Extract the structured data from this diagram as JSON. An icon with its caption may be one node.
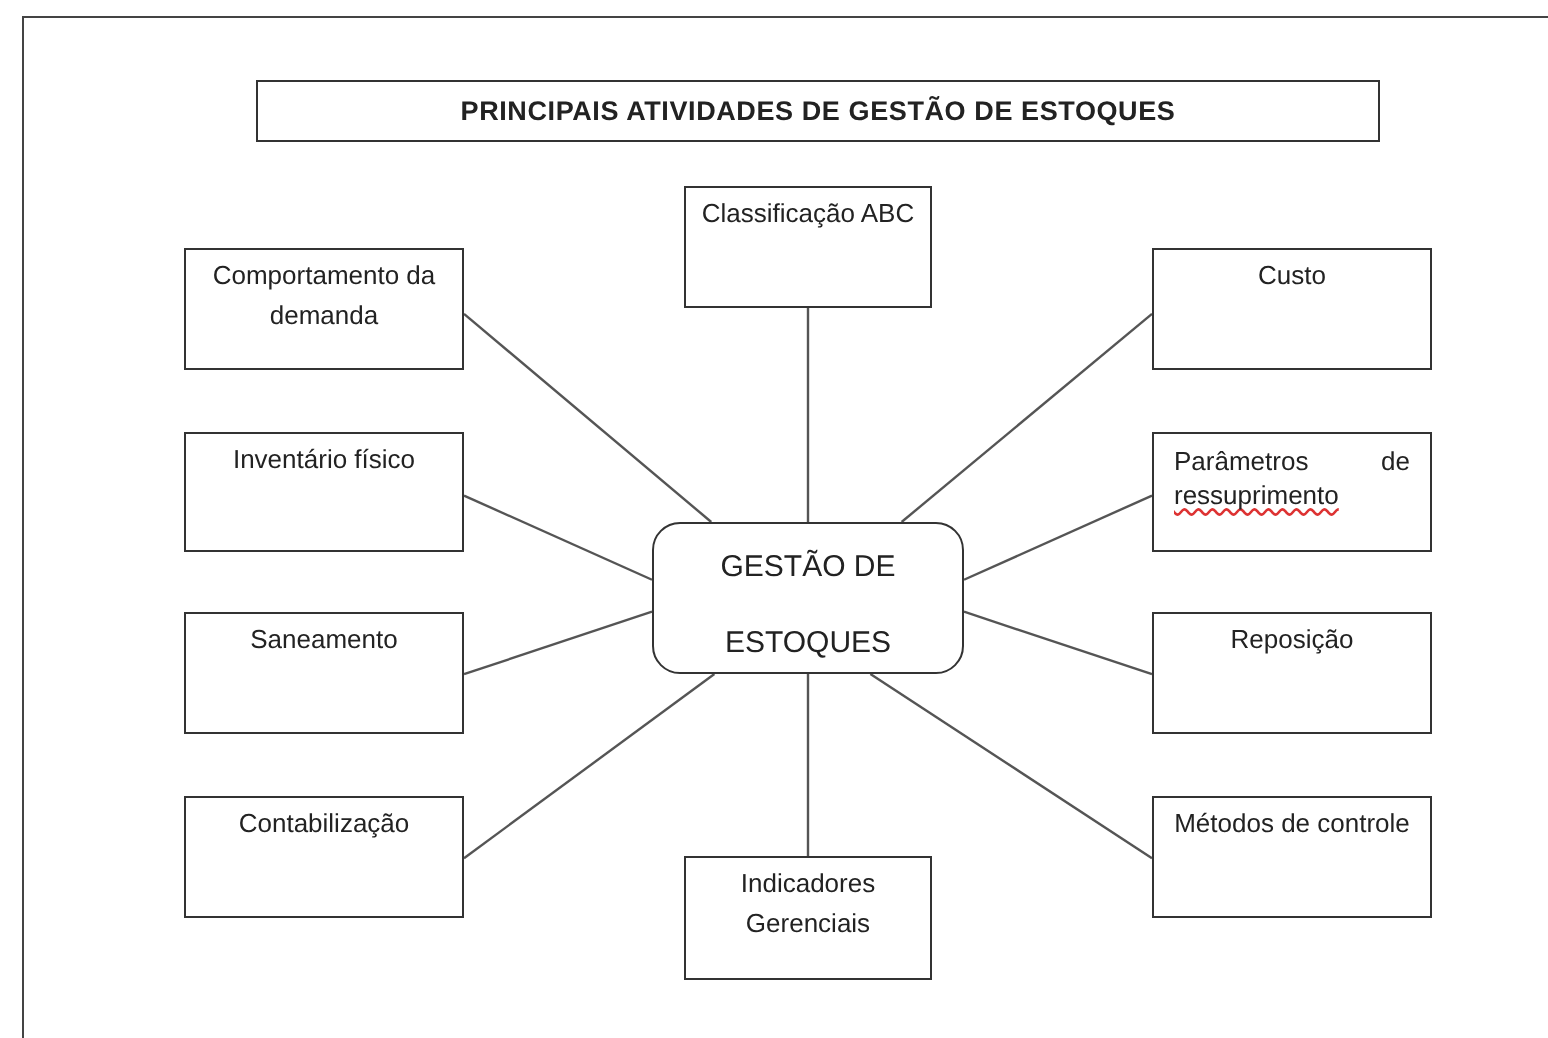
{
  "diagram": {
    "title": "PRINCIPAIS ATIVIDADES DE GESTÃO DE ESTOQUES",
    "nodes": [
      {
        "text": [
          "Classificação ABC"
        ]
      },
      {
        "text": [
          "Comportamento da demanda"
        ]
      },
      {
        "text": [
          "Custo"
        ]
      },
      {
        "text": [
          "Inventário físico"
        ]
      },
      {
        "text": [
          "Parâmetros de ressuprimento"
        ]
      },
      {
        "text": [
          "GESTÃO DE ESTOQUES"
        ]
      },
      {
        "text": [
          "Saneamento"
        ]
      },
      {
        "text": [
          "Reposição"
        ]
      },
      {
        "text": [
          "Contabilização"
        ]
      },
      {
        "text": [
          "Métodos de controle"
        ]
      },
      {
        "text": [
          "Indicadores Gerenciais"
        ]
      }
    ],
    "edges": [
      {
        "from": 5,
        "to": 0,
        "arrow": "none"
      },
      {
        "from": 5,
        "to": 1,
        "arrow": "none"
      },
      {
        "from": 5,
        "to": 2,
        "arrow": "none"
      },
      {
        "from": 5,
        "to": 3,
        "arrow": "none"
      },
      {
        "from": 5,
        "to": 4,
        "arrow": "none"
      },
      {
        "from": 5,
        "to": 6,
        "arrow": "none"
      },
      {
        "from": 5,
        "to": 7,
        "arrow": "none"
      },
      {
        "from": 5,
        "to": 8,
        "arrow": "none"
      },
      {
        "from": 5,
        "to": 9,
        "arrow": "none"
      },
      {
        "from": 5,
        "to": 10,
        "arrow": "none"
      }
    ]
  }
}
